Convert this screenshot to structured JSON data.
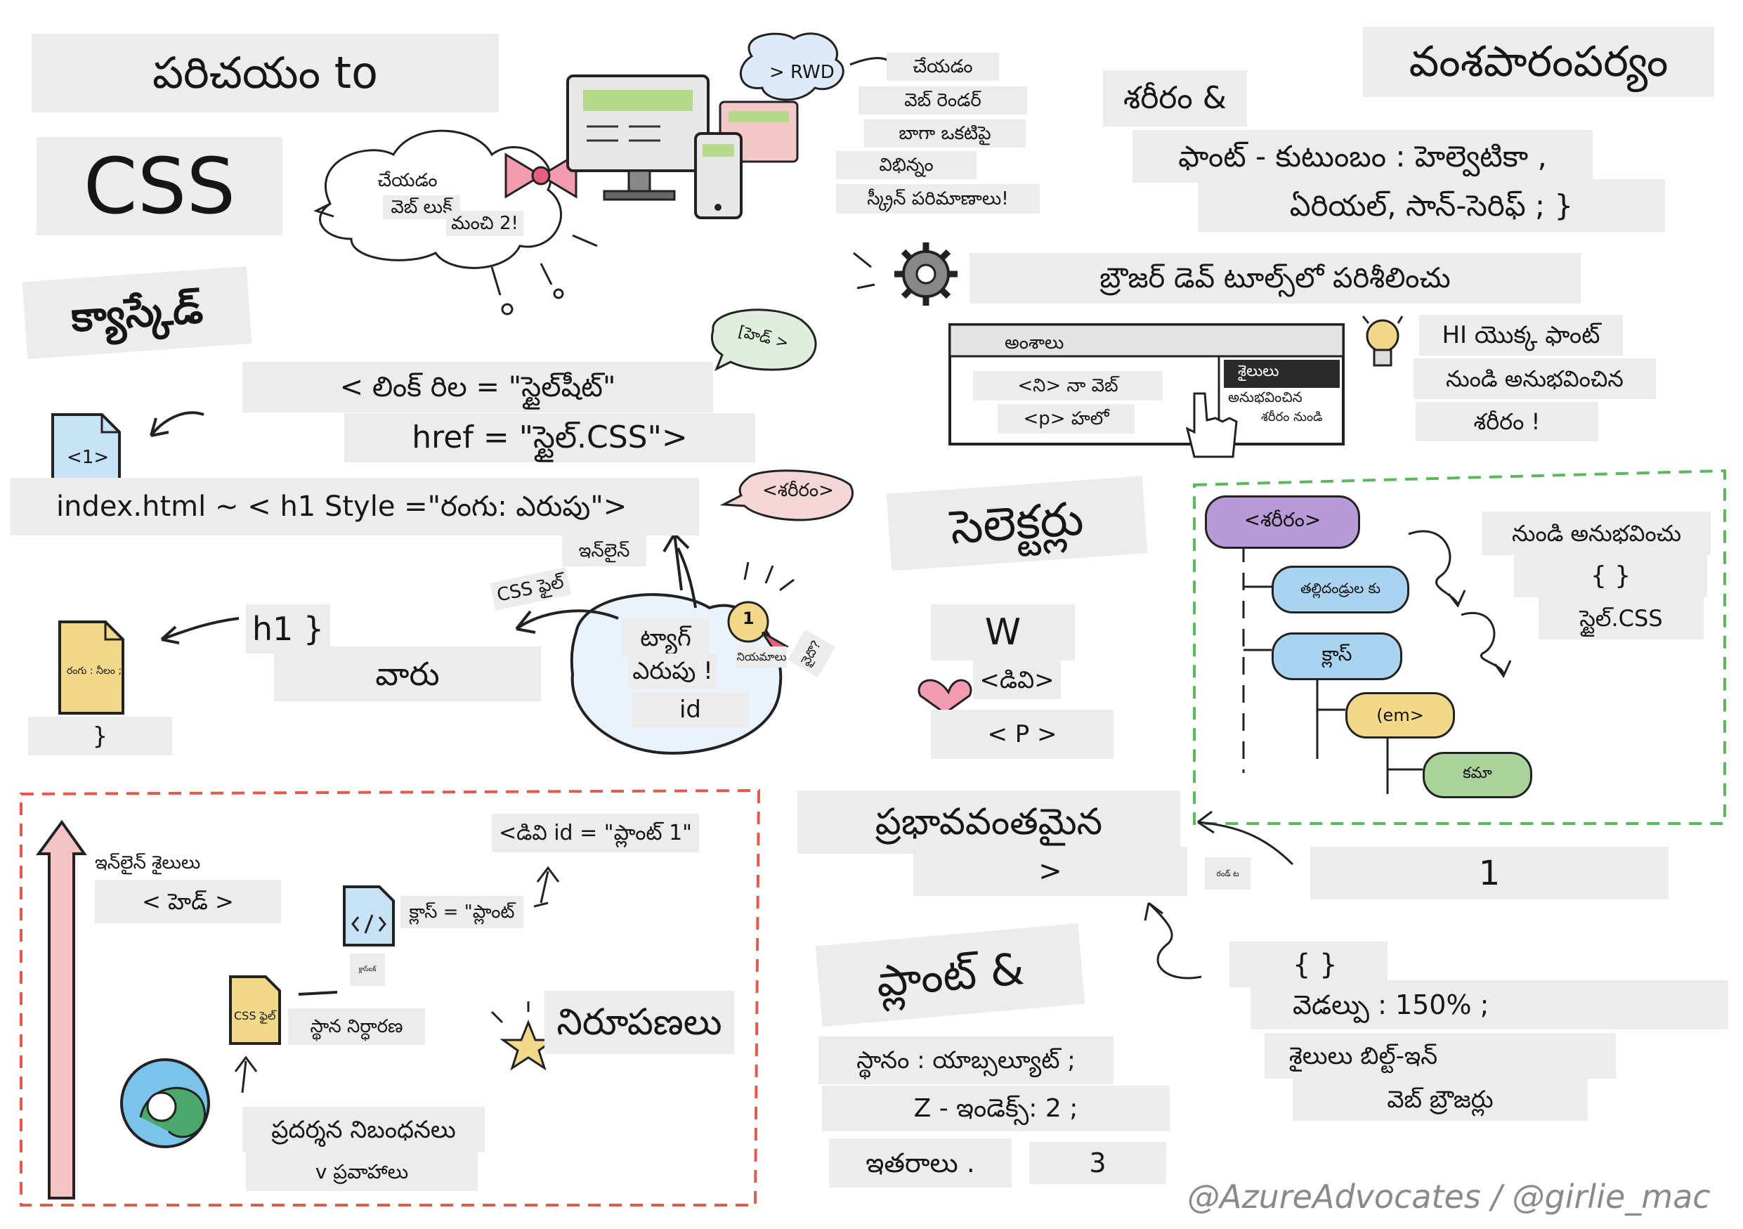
{
  "title": {
    "line1": "పరిచయం to",
    "line2": "CSS"
  },
  "cascade": {
    "heading": "క్యాస్కేడ్"
  },
  "cloud_left": {
    "line1": "చేయడం",
    "line2": "వెబ్ లుక్",
    "line3": "మంచి 2!"
  },
  "rwd": {
    "cloud": "> RWD",
    "lines": [
      "చేయడం",
      "వెబ్ రెండర్",
      "బాగా ఒకటిపై",
      "విభిన్నం",
      "స్క్రీన్ పరిమాణాలు!"
    ]
  },
  "inheritance": {
    "heading": "వంశపారంపర్యం",
    "line1": "శరీరం &",
    "line2": "ఫాంట్ - కుటుంబం : హెల్వెటికా ,",
    "line3": "ఏరియల్, సాన్-సెరిఫ్ ; }"
  },
  "devtools": {
    "heading": "బ్రౌజర్ డెవ్ టూల్స్‌లో పరిశీలించు",
    "panel_header": "అంశాలు",
    "row1": "<ని> నా వెబ్",
    "row2": "<p> హలో",
    "side_tab": "శైలులు",
    "side_line1": "అనుభవించిన",
    "side_line2": "శరీరం నుండి"
  },
  "tip": {
    "line1": "HI యొక్క ఫాంట్",
    "line2": "నుండి అనుభవించిన",
    "line3": "శరీరం !"
  },
  "link": {
    "line1": "< లింక్ రిల = \"స్టైల్‌షీట్\"",
    "line2": "href = \"స్టైల్.CSS\">",
    "file_tag": "<1>",
    "head_bubble": "[హెడ్ >",
    "body_bubble": "<శరీరం>"
  },
  "inline": {
    "line": "index.html ~ < h1 Style =\"రంగు: ఎరుపు\">",
    "label": "ఇన్‌లైన్"
  },
  "h1": {
    "code": "h1 }",
    "word": "వారు",
    "close": "}",
    "file_text": "రంగు : నీలం ;"
  },
  "idblob": {
    "tag": "ట్యాగ్",
    "red": "ఎరుపు !",
    "id": "id",
    "css_file": "CSS ఫైల్",
    "badge": "1",
    "side1": "నియమాలు",
    "side2": "వైదొ?"
  },
  "selectors": {
    "heading": "సెలెక్టర్లు",
    "w": "W",
    "div": "<డివి>",
    "p": "< P >"
  },
  "tree": {
    "root": "<శరీరం>",
    "n1": "తల్లిదండ్రుల కు",
    "n2": "క్లాస్",
    "n3": "(em>",
    "n4": "కమా",
    "right1": "నుండి అనుభవించు",
    "right2": "{ }",
    "right3": "స్టైల్.CSS"
  },
  "specificity": {
    "heading": "ప్రభావవంతమైన",
    "gt": ">",
    "one": "1",
    "small": "రండ్ ట"
  },
  "position": {
    "heading": "ప్లాంట్ &",
    "dot": "·",
    "line1": "స్థానం : యాబ్సల్యూట్ ;",
    "line2": "Z - ఇండెక్స్: 2 ;",
    "line3": "ఇతరాలు .",
    "three": "3"
  },
  "width": {
    "brace": "{ }",
    "line1": "వెడల్పు : 150% ;",
    "line2": "శైలులు బిల్ట్-ఇన్",
    "line3": "వెబ్ బ్రౌజర్లు"
  },
  "order": {
    "inline_styles": "ఇన్‌లైన్ శైలులు",
    "head": "< హెడ్ >",
    "class": "క్లాస్ = \"ప్లాంట్",
    "div_id": "<డివి id = \"ప్లాంట్ 1\"",
    "css_file": "CSS ఫైల్",
    "position": "స్థాన నిర్ధారణ",
    "display": "ప్రదర్శన నిబంధనలు",
    "streams": "v ప్రవాహాలు",
    "small_tag": "క్లాస్‌లక్"
  },
  "expressions": {
    "heading": "నిరూపణలు"
  },
  "footer": {
    "credit": "@AzureAdvocates / @girlie_mac"
  },
  "colors": {
    "label_bg": "#ececec",
    "green_dash": "#5cb85c",
    "red_dash": "#e15a4c",
    "purple": "#b79ad6",
    "blue": "#a9d3ef",
    "yellow": "#f2d98a",
    "green": "#a9d39b",
    "pink_arrow": "#f4c3c3"
  },
  "icons": [
    "gear-icon",
    "lightbulb-icon",
    "hand-cursor-icon",
    "bow-icon",
    "medal-icon",
    "heart-icon",
    "star-icon",
    "edge-logo-icon",
    "file-icon",
    "code-file-icon",
    "monitor-icon",
    "phone-icon"
  ]
}
